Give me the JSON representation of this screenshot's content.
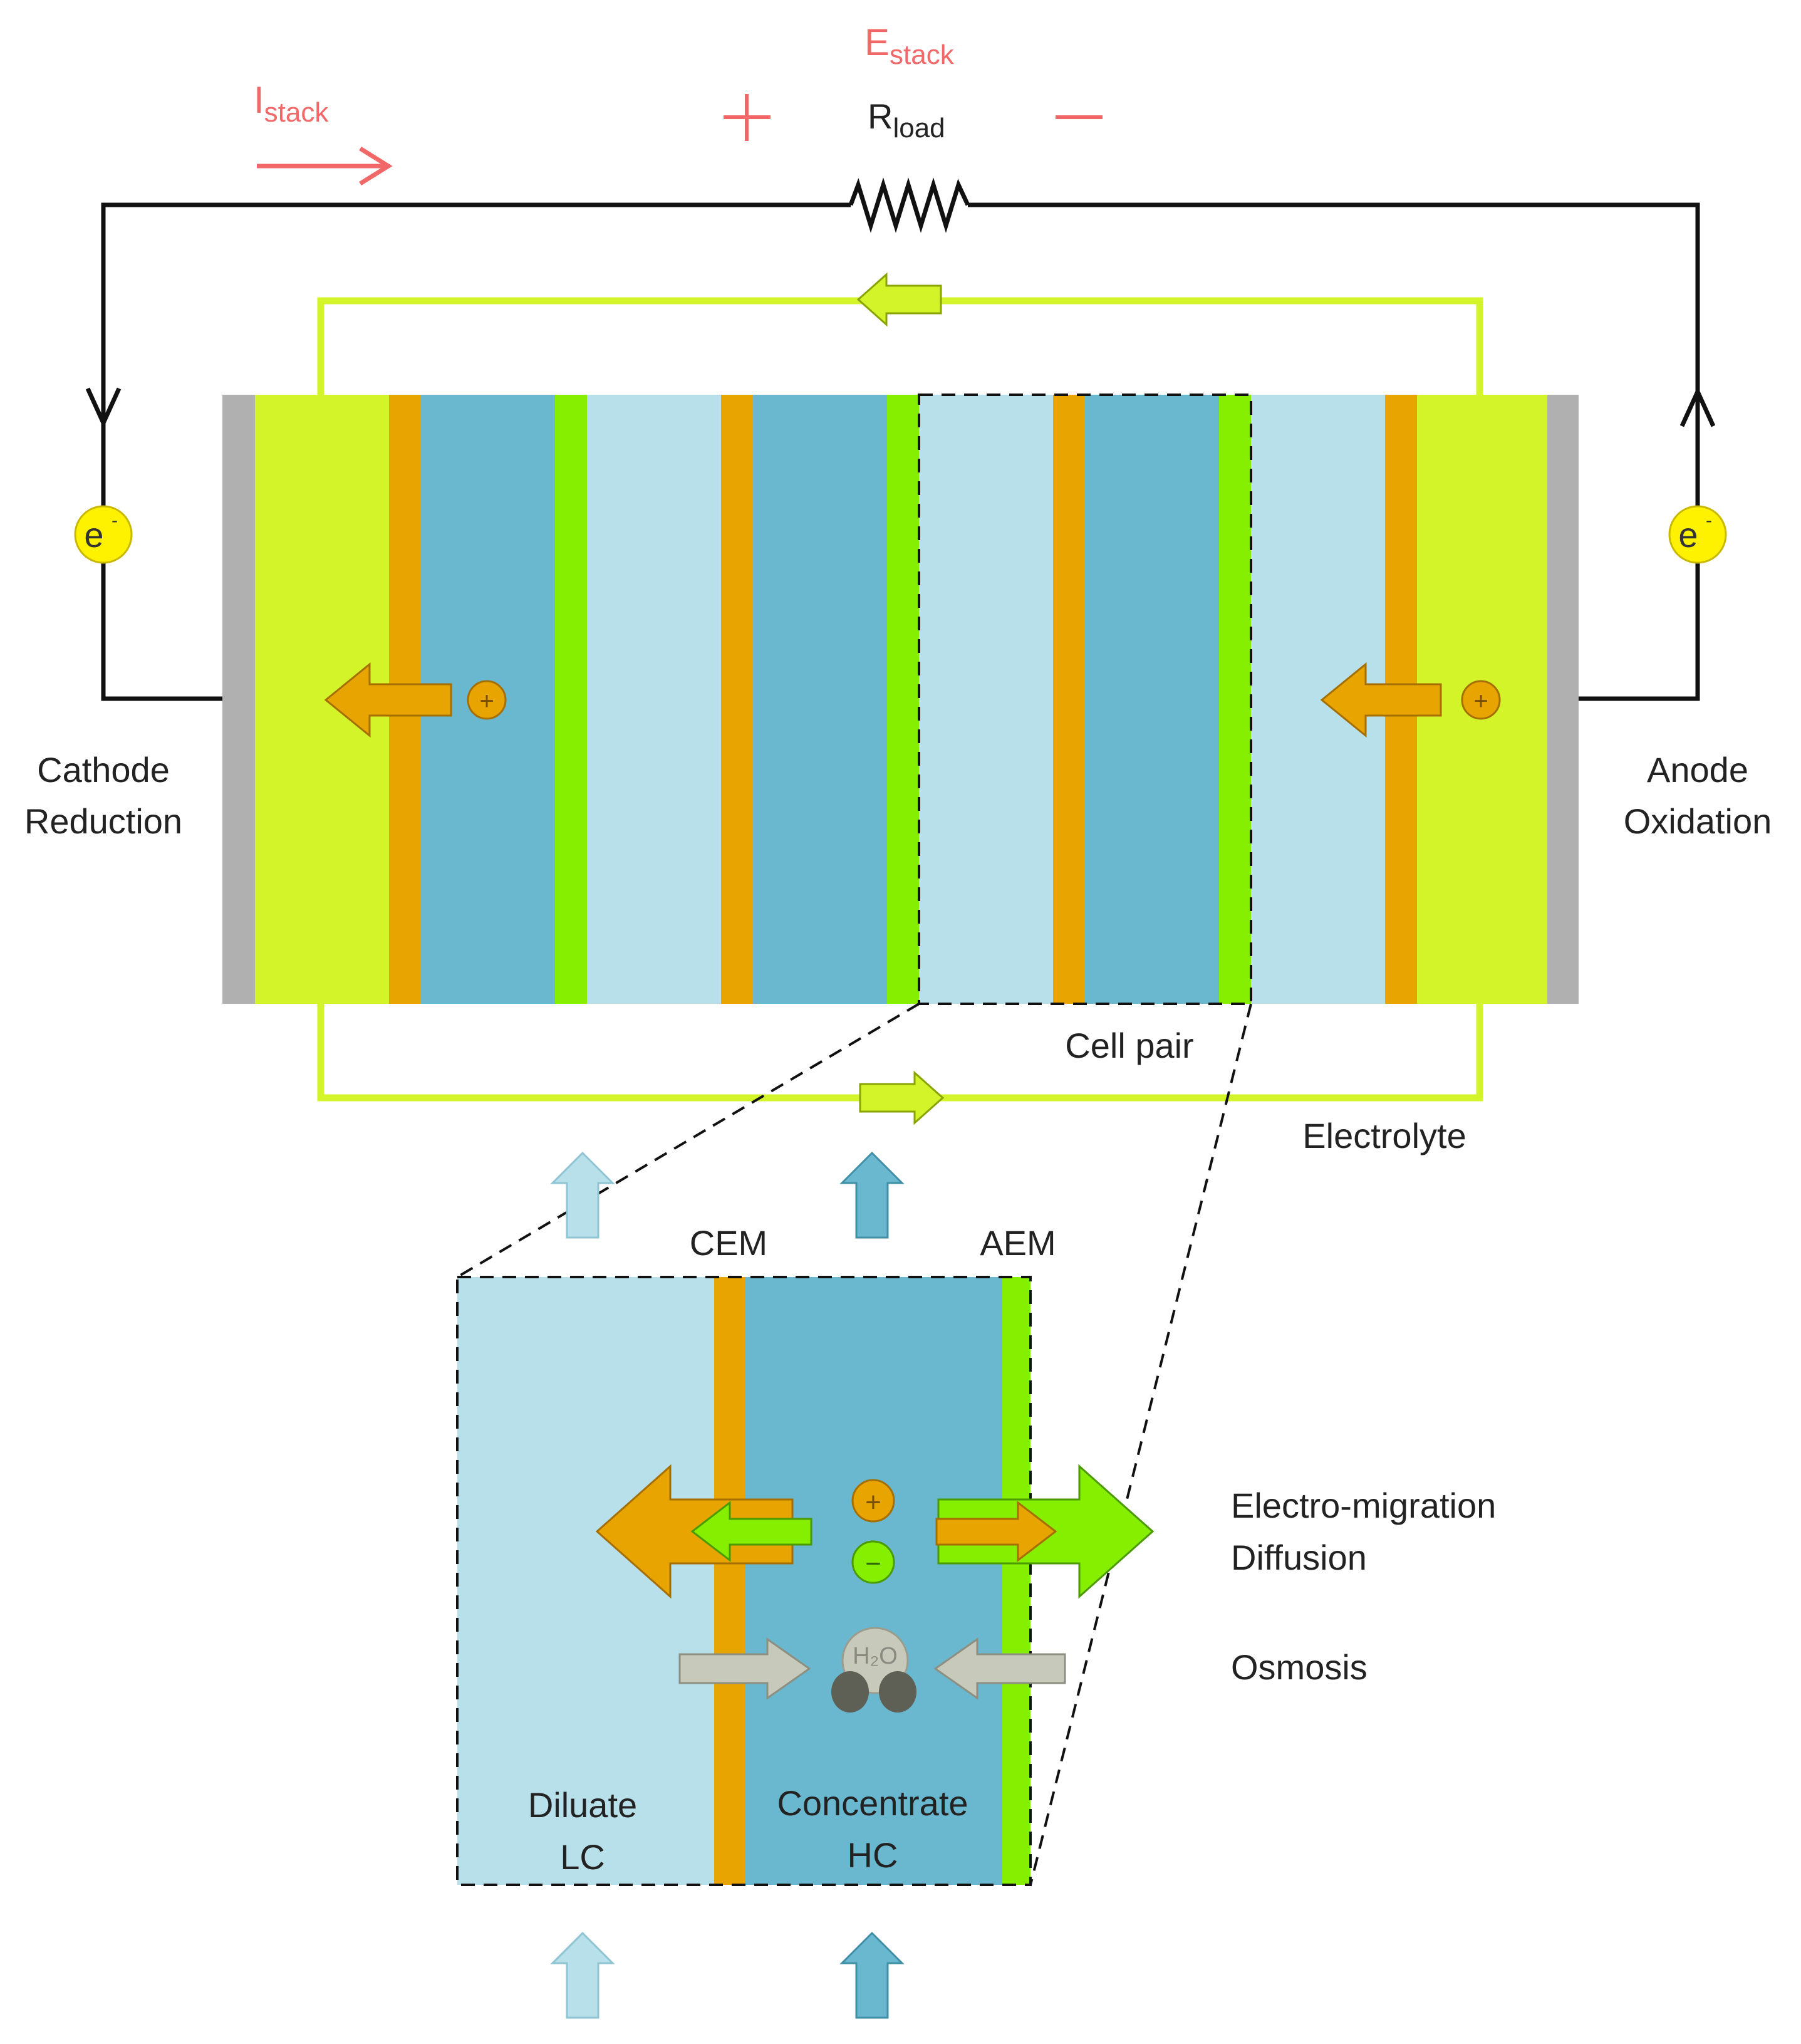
{
  "circuit": {
    "current_label": "I",
    "current_sub": "stack",
    "voltage_label": "E",
    "voltage_sub": "stack",
    "load_label": "R",
    "load_sub": "load",
    "plus_sign": "+",
    "minus_sign": "—",
    "electron_symbol": "e",
    "electron_sup": "-"
  },
  "stack": {
    "cathode_line1": "Cathode",
    "cathode_line2": "Reduction",
    "anode_line1": "Anode",
    "anode_line2": "Oxidation",
    "cell_pair_label": "Cell pair",
    "electrolyte_label": "Electrolyte",
    "cation_symbol": "+"
  },
  "detail": {
    "cem_label": "CEM",
    "aem_label": "AEM",
    "cation_symbol": "+",
    "anion_symbol": "−",
    "water_label": "H₂O",
    "diluate_line1": "Diluate",
    "diluate_line2": "LC",
    "concentrate_line1": "Concentrate",
    "concentrate_line2": "HC"
  },
  "legend": {
    "electromigration": "Electro-migration",
    "diffusion": "Diffusion",
    "osmosis": "Osmosis"
  },
  "colors": {
    "electrolyte": "#d4f42a",
    "diluate": "#b8e0ea",
    "concentrate": "#6ab8cf",
    "cem": "#e8a400",
    "aem": "#86ef00",
    "electrode": "#b0b0b0",
    "annotation": "#f26767",
    "electron": "#fff200",
    "water_arrow": "#c7c9bb"
  }
}
